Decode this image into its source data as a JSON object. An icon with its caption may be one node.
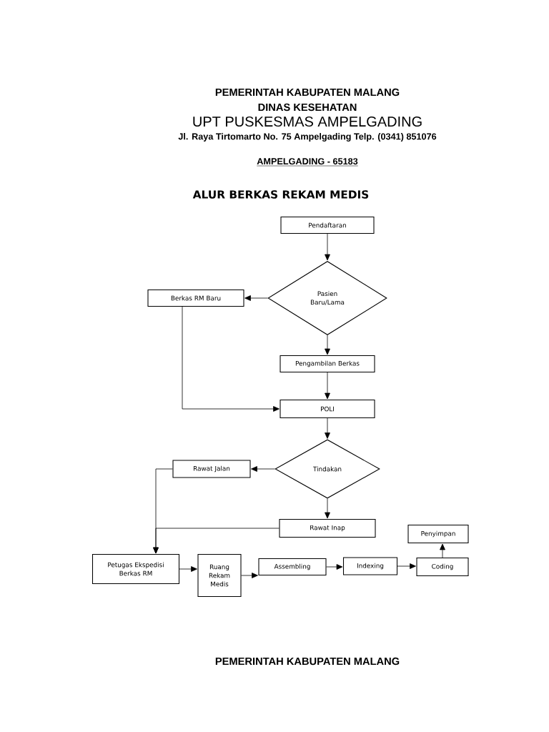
{
  "diagram": {
    "title": "ALUR BERKAS REKAM MEDIS",
    "nodes": [
      {
        "text": [
          "Pendaftaran"
        ]
      },
      {
        "text": [
          "Pasien Baru/Lama"
        ]
      },
      {
        "text": [
          "Berkas RM Baru"
        ]
      },
      {
        "text": [
          "Pengambilan Berkas"
        ]
      },
      {
        "text": [
          "POLI"
        ]
      },
      {
        "text": [
          "Tindakan"
        ]
      },
      {
        "text": [
          "Rawat Jalan"
        ]
      },
      {
        "text": [
          "Rawat Inap"
        ]
      },
      {
        "text": [
          "Petugas Ekspedisi Berkas RM"
        ]
      },
      {
        "text": [
          "Ruang Rekam Medis"
        ]
      },
      {
        "text": [
          "Assembling"
        ]
      },
      {
        "text": [
          "Indexing"
        ]
      },
      {
        "text": [
          "Coding"
        ]
      },
      {
        "text": [
          "Penyimpan"
        ]
      }
    ],
    "edges": [
      {
        "from": 0,
        "to": 1,
        "arrow": "to"
      },
      {
        "from": 1,
        "to": 2,
        "arrow": "to"
      },
      {
        "from": 1,
        "to": 3,
        "arrow": "to"
      },
      {
        "from": 3,
        "to": 4,
        "arrow": "to"
      },
      {
        "from": 2,
        "to": 4,
        "arrow": "to"
      },
      {
        "from": 4,
        "to": 5,
        "arrow": "to"
      },
      {
        "from": 5,
        "to": 6,
        "arrow": "to"
      },
      {
        "from": 5,
        "to": 7,
        "arrow": "to"
      },
      {
        "from": 6,
        "to": 8,
        "arrow": "to"
      },
      {
        "from": 7,
        "to": 8,
        "arrow": "to"
      },
      {
        "from": 8,
        "to": 9,
        "arrow": "to"
      },
      {
        "from": 9,
        "to": 10,
        "arrow": "to"
      },
      {
        "from": 10,
        "to": 11,
        "arrow": "to"
      },
      {
        "from": 11,
        "to": 12,
        "arrow": "to"
      },
      {
        "from": 12,
        "to": 13,
        "arrow": "to"
      }
    ],
    "labels": [
      "PEMERINTAH KABUPATEN MALANG",
      "DINAS KESEHATAN",
      "UPT PUSKESMAS AMPELGADING",
      "Jl. Raya Tirtomarto No. 75 Ampelgading Telp. (0341) 851076",
      "AMPELGADING - 65183",
      "PEMERINTAH KABUPATEN MALANG"
    ]
  }
}
